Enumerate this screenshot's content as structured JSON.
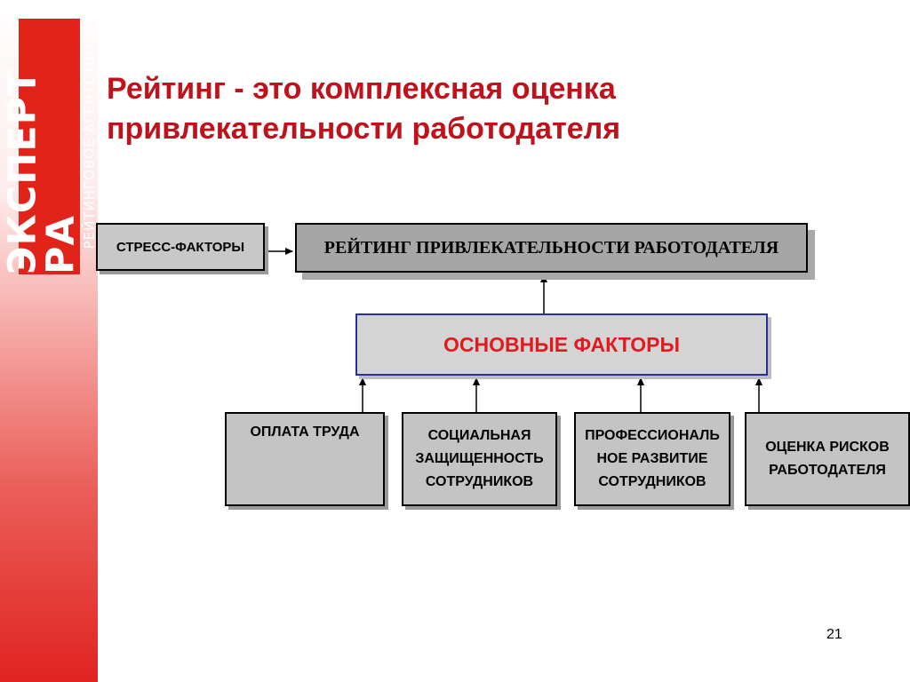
{
  "logo": {
    "main": "ЭКСПЕРТ РА",
    "sub": "РЕЙТИНГОВОЕ АГЕНТСТВО"
  },
  "title": {
    "line1": "Рейтинг - это комплексная оценка",
    "line2": "привлекательности работодателя"
  },
  "diagram": {
    "stress_factors": "СТРЕСС-ФАКТОРЫ",
    "rating": "РЕЙТИНГ ПРИВЛЕКАТЕЛЬНОСТИ РАБОТОДАТЕЛЯ",
    "basic_factors": "ОСНОВНЫЕ ФАКТОРЫ",
    "factors": [
      {
        "lines": [
          "ОПЛАТА ТРУДА"
        ]
      },
      {
        "lines": [
          "СОЦИАЛЬНАЯ",
          "ЗАЩИЩЕННОСТЬ",
          "СОТРУДНИКОВ"
        ]
      },
      {
        "lines": [
          "ПРОФЕССИОНАЛЬ",
          "НОЕ РАЗВИТИЕ",
          "СОТРУДНИКОВ"
        ]
      },
      {
        "lines": [
          "ОЦЕНКА РИСКОВ",
          "РАБОТОДАТЕЛЯ"
        ]
      }
    ]
  },
  "page_number": "21"
}
